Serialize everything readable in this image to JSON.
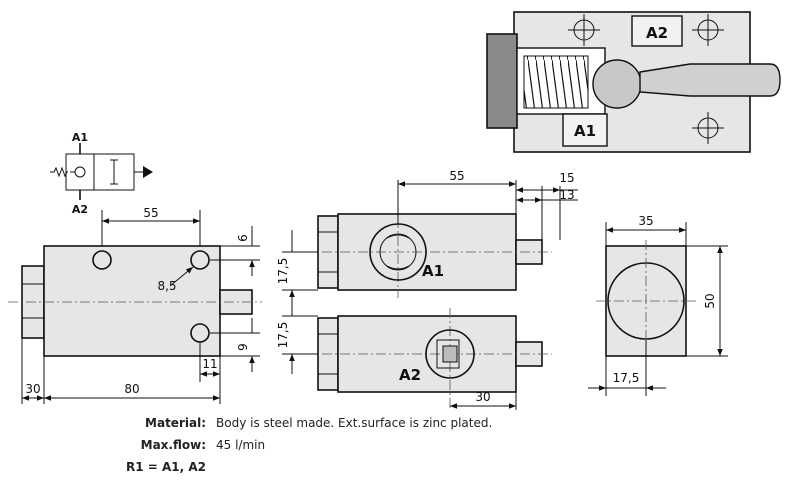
{
  "dimensions": {
    "side_top_55": "55",
    "side_6": "6",
    "side_8_5": "8,5",
    "side_9": "9",
    "side_11": "11",
    "side_30": "30",
    "side_80": "80",
    "mid_55": "55",
    "mid_15": "15",
    "mid_13": "13",
    "mid_17_5_top": "17,5",
    "mid_17_5_bottom": "17,5",
    "mid_30": "30",
    "end_35": "35",
    "end_50": "50",
    "end_17_5": "17,5"
  },
  "ports": {
    "a1": "A1",
    "a2": "A2"
  },
  "specs": [
    {
      "label": "Material:",
      "value": "Body is steel made. Ext.surface is zinc plated."
    },
    {
      "label": "Max.flow:",
      "value": "45 l/min"
    },
    {
      "label": "R1 = A1, A2",
      "value": ""
    }
  ]
}
